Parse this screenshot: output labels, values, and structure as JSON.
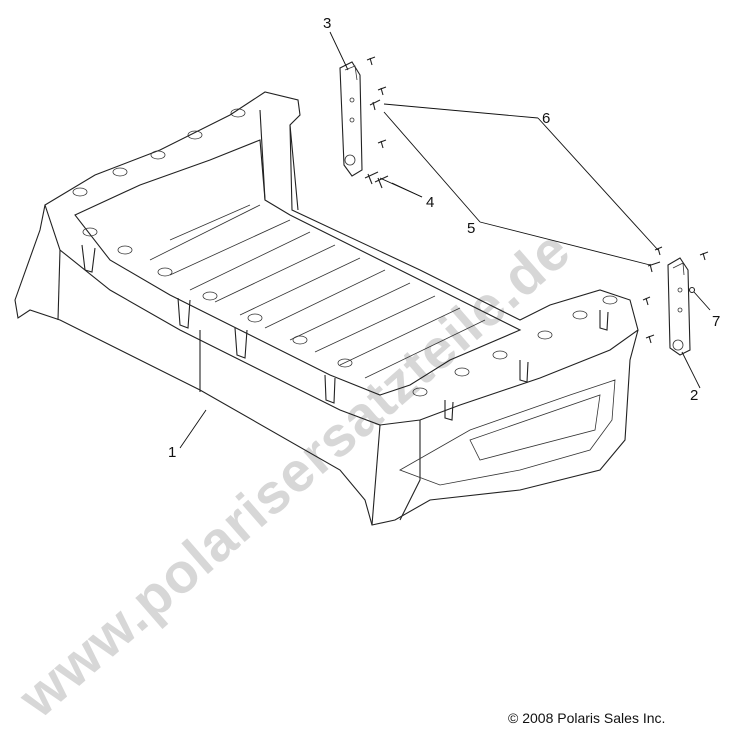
{
  "watermark": "www.polarisersatzteile.de",
  "copyright": "© 2008 Polaris Sales Inc.",
  "callouts": {
    "c1": "1",
    "c2": "2",
    "c3": "3",
    "c4": "4",
    "c5": "5",
    "c6": "6",
    "c7": "7"
  }
}
